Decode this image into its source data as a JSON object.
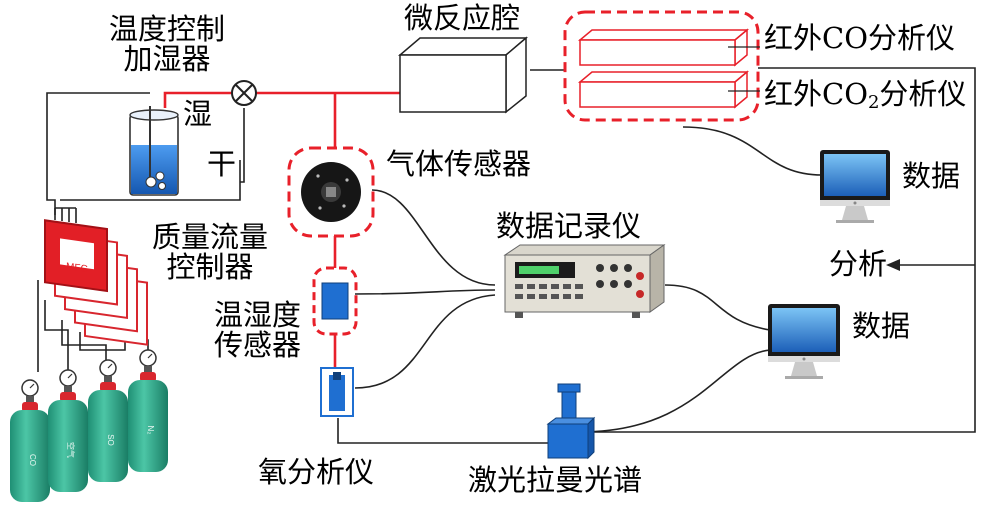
{
  "labels": {
    "humidifier_line1": "温度控制",
    "humidifier_line2": "加湿器",
    "wet": "湿",
    "dry": "干",
    "mfc_line1": "质量流量",
    "mfc_line2": "控制器",
    "mfc_box_text": "MFC",
    "microreactor": "微反应腔",
    "ir_co": "红外CO分析仪",
    "ir_co2_prefix": "红外CO",
    "ir_co2_sub": "2",
    "ir_co2_suffix": "分析仪",
    "gas_sensor": "气体传感器",
    "data_recorder": "数据记录仪",
    "th_sensor_line1": "温湿度",
    "th_sensor_line2": "传感器",
    "oxygen_analyzer": "氧分析仪",
    "raman": "激光拉曼光谱",
    "analysis": "分析",
    "data_top": "数据",
    "data_mid": "数据"
  },
  "cylinder_labels": [
    "CO",
    "空气",
    "SO",
    "N₂"
  ],
  "colors": {
    "gas_line": "#e8202a",
    "wire": "#222222",
    "dashed_box": "#e8202a",
    "cylinder": "#2fae8e",
    "cylinder_cap": "#d8262e",
    "water": "#2a78d0",
    "sensor_blue": "#1f6fd1",
    "monitor_screen": "#3a8fe0"
  }
}
